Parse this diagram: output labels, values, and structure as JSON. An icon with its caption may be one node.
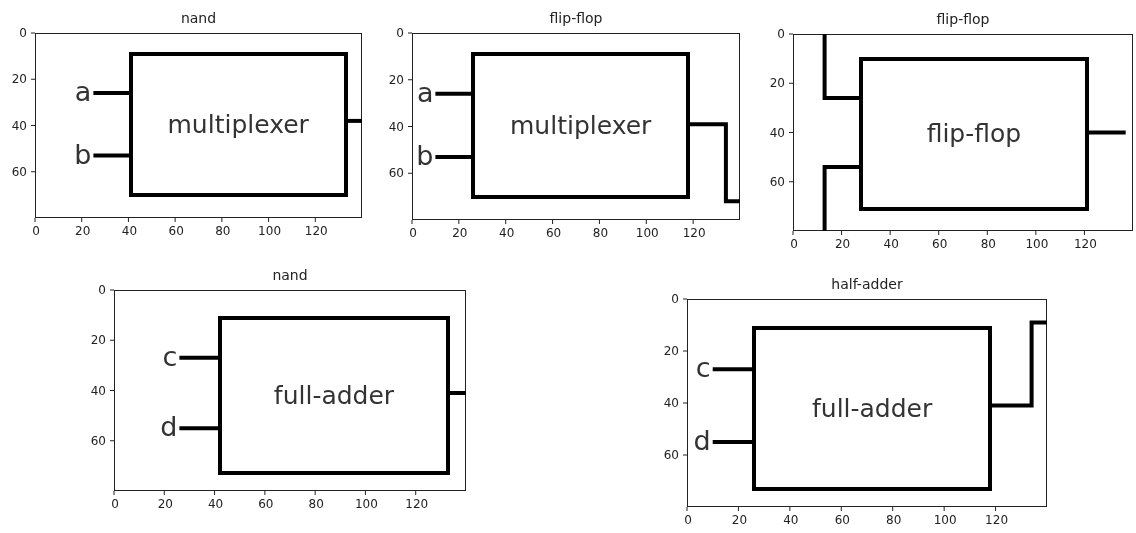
{
  "diagram": {
    "nodes": [
      {
        "text": [
          "nand"
        ],
        "beside": [
          "0",
          "20",
          "40",
          "60",
          "0",
          "20",
          "40",
          "60",
          "80",
          "100",
          "120"
        ]
      },
      {
        "text": [
          "multiplexer"
        ],
        "in": 0
      },
      {
        "text": [
          "a"
        ],
        "in": 0
      },
      {
        "text": [
          "b"
        ],
        "in": 0
      },
      {
        "text": [
          "flip-flop"
        ],
        "beside": [
          "0",
          "20",
          "40",
          "60",
          "0",
          "20",
          "40",
          "60",
          "80",
          "100",
          "120"
        ]
      },
      {
        "text": [
          "multiplexer"
        ],
        "in": 4
      },
      {
        "text": [
          "a"
        ],
        "in": 4
      },
      {
        "text": [
          "b"
        ],
        "in": 4
      },
      {
        "text": [
          "flip-flop"
        ],
        "beside": [
          "0",
          "20",
          "40",
          "60",
          "0",
          "20",
          "40",
          "60",
          "80",
          "100",
          "120"
        ]
      },
      {
        "text": [
          "flip-flop"
        ],
        "in": 8
      },
      {
        "text": [
          "nand"
        ],
        "beside": [
          "0",
          "20",
          "40",
          "60",
          "0",
          "20",
          "40",
          "60",
          "80",
          "100",
          "120"
        ]
      },
      {
        "text": [
          "full-adder"
        ],
        "in": 10
      },
      {
        "text": [
          "c"
        ],
        "in": 10
      },
      {
        "text": [
          "d"
        ],
        "in": 10
      },
      {
        "text": [
          "half-adder"
        ],
        "beside": [
          "0",
          "20",
          "40",
          "60",
          "0",
          "20",
          "40",
          "60",
          "80",
          "100",
          "120"
        ]
      },
      {
        "text": [
          "full-adder"
        ],
        "in": 14
      },
      {
        "text": [
          "c"
        ],
        "in": 14
      },
      {
        "text": [
          "d"
        ],
        "in": 14
      }
    ],
    "edges": [
      {
        "from": 2,
        "to": 1,
        "arrow": "none"
      },
      {
        "from": 3,
        "to": 1,
        "arrow": "none"
      },
      {
        "from": 1,
        "to": null,
        "arrow": "none"
      },
      {
        "from": 6,
        "to": 5,
        "arrow": "none"
      },
      {
        "from": 7,
        "to": 5,
        "arrow": "none"
      },
      {
        "from": 5,
        "to": null,
        "arrow": "none"
      },
      {
        "from": null,
        "to": 9,
        "arrow": "none"
      },
      {
        "from": null,
        "to": 9,
        "arrow": "none"
      },
      {
        "from": 9,
        "to": null,
        "arrow": "none"
      },
      {
        "from": 12,
        "to": 11,
        "arrow": "none"
      },
      {
        "from": 13,
        "to": 11,
        "arrow": "none"
      },
      {
        "from": 11,
        "to": null,
        "arrow": "none"
      },
      {
        "from": 16,
        "to": 15,
        "arrow": "none"
      },
      {
        "from": 17,
        "to": 15,
        "arrow": "none"
      },
      {
        "from": 15,
        "to": null,
        "arrow": "none"
      }
    ]
  }
}
